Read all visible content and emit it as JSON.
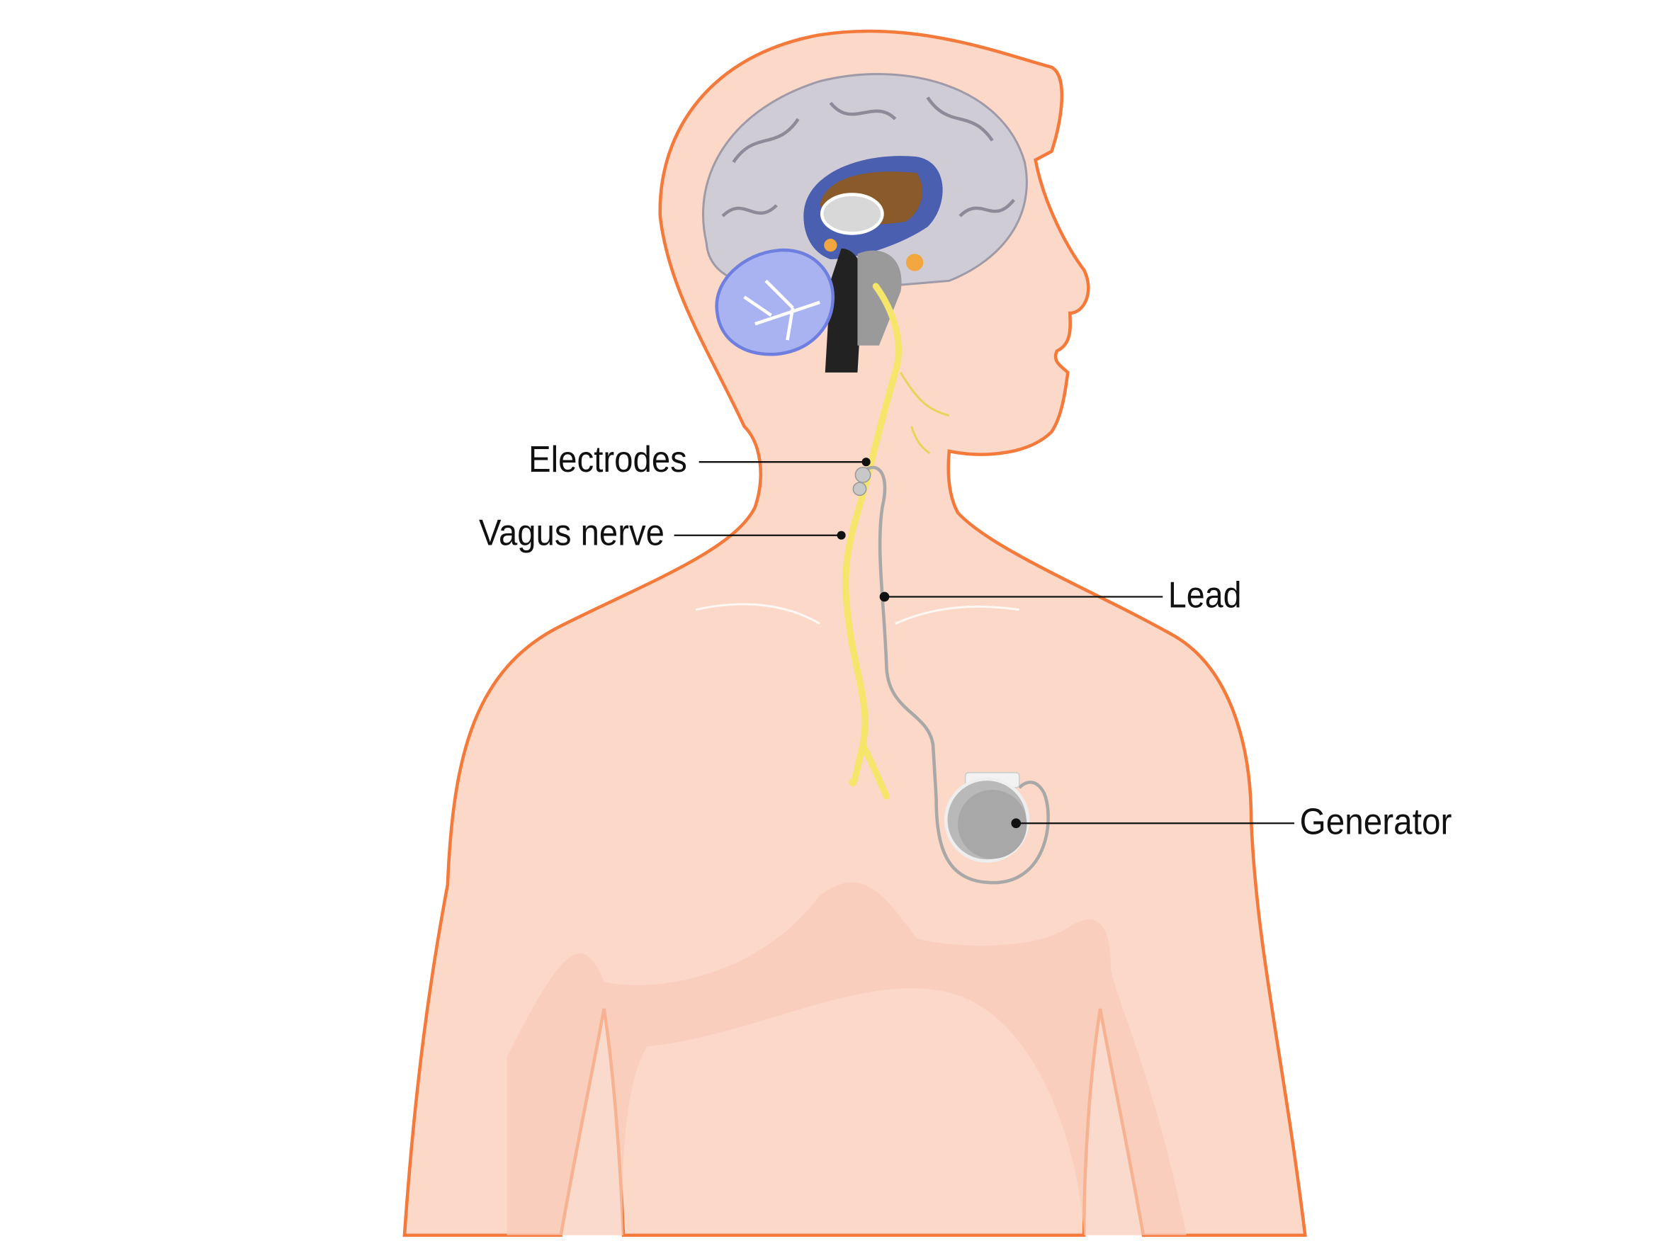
{
  "labels": {
    "electrodes": "Electrodes",
    "vagus_nerve": "Vagus nerve",
    "lead": "Lead",
    "generator": "Generator"
  },
  "colors": {
    "skin": "#fbd5c5",
    "skin_shadow": "#f8c9b4",
    "outline": "#f47a3c",
    "nerve": "#f5e56b",
    "lead_wire": "#a8a8a8",
    "generator": "#b9b9b9",
    "brain": "#c9c6d0",
    "cerebellum": "#a9b3f2",
    "leader_line": "#111111"
  }
}
